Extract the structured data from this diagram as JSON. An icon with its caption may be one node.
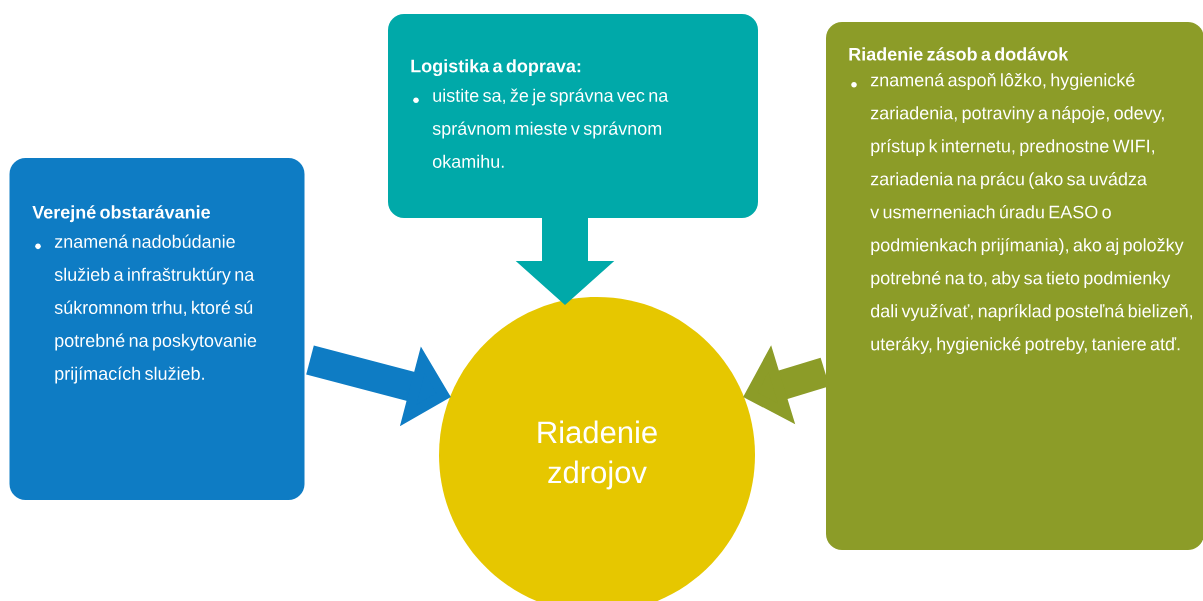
{
  "diagram": {
    "nodes": [
      {
        "text": [
          "Verejné obstarávanie",
          "znamená nadobúdanie služieb a infraštruktúry na súkromnom trhu, ktoré sú potrebné na poskytovanie prijímacích služieb."
        ]
      },
      {
        "text": [
          "Logistika a doprava:",
          "uistite sa, že je správna vec na správnom mieste v správnom okamihu."
        ]
      },
      {
        "text": [
          "Riadenie zásob a dodávok",
          "znamená aspoň lôžko, hygienické zariadenia, potraviny a nápoje, odevy, prístup k internetu, prednostne WIFI, zariadenia na prácu (ako sa uvádza v usmerneniach úradu EASO o podmienkach prijímania), ako aj položky potrebné na to, aby sa tieto podmienky dali využívať, napríklad posteľná bielizeň, uteráky, hygienické potreby, taniere atď."
        ]
      },
      {
        "text": [
          "Riadenie zdrojov"
        ]
      }
    ],
    "edges": [
      {
        "from": 0,
        "to": 3,
        "arrow": "to",
        "color": "#0e7cc4"
      },
      {
        "from": 1,
        "to": 3,
        "arrow": "to",
        "color": "#00a9a9"
      },
      {
        "from": 2,
        "to": 3,
        "arrow": "to",
        "color": "#8c9c28"
      }
    ]
  }
}
